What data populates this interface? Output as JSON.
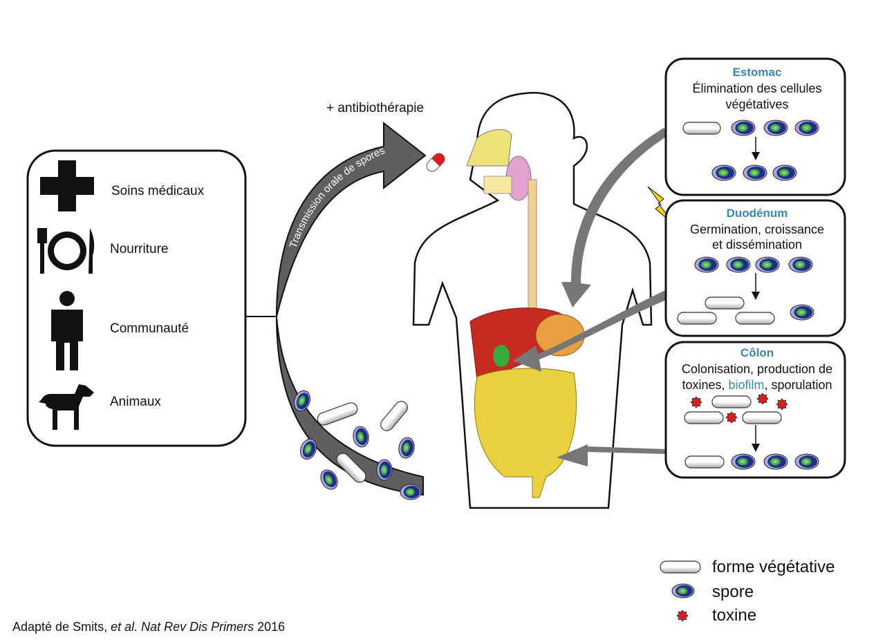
{
  "colors": {
    "heading": "#3b86ad",
    "arrow": "#5f5f5f",
    "spore_coat": "#a8a8dc",
    "spore_core": "#1d2f8a",
    "spore_center": "#4cae4c",
    "toxin": "#d42020"
  },
  "sources": {
    "items": [
      {
        "label": "Soins médicaux",
        "icon": "medical-cross-icon"
      },
      {
        "label": "Nourriture",
        "icon": "fork-plate-knife-icon"
      },
      {
        "label": "Communauté",
        "icon": "person-icon"
      },
      {
        "label": "Animaux",
        "icon": "dog-icon"
      }
    ]
  },
  "transmission": {
    "arrow_label": "Transmission orale de spores",
    "antibiotic_label": "+ antibiothérapie"
  },
  "stages": [
    {
      "title": "Estomac",
      "lines": [
        "Élimination des cellules",
        "végétatives"
      ]
    },
    {
      "title": "Duodénum",
      "lines": [
        "Germination, croissance",
        "et dissémination"
      ]
    },
    {
      "title": "Côlon",
      "lines": [
        "Colonisation, production de"
      ],
      "line2_parts": [
        "toxines, ",
        "biofilm",
        ", sporulation"
      ]
    }
  ],
  "legend": [
    {
      "label": "forme végétative",
      "icon": "vegetative-rod-icon"
    },
    {
      "label": "spore",
      "icon": "spore-icon"
    },
    {
      "label": "toxine",
      "icon": "toxin-icon"
    }
  ],
  "citation": {
    "prefix": "Adapté de Smits, ",
    "etal": "et al. Nat Rev Dis Primers",
    "year": " 2016"
  }
}
